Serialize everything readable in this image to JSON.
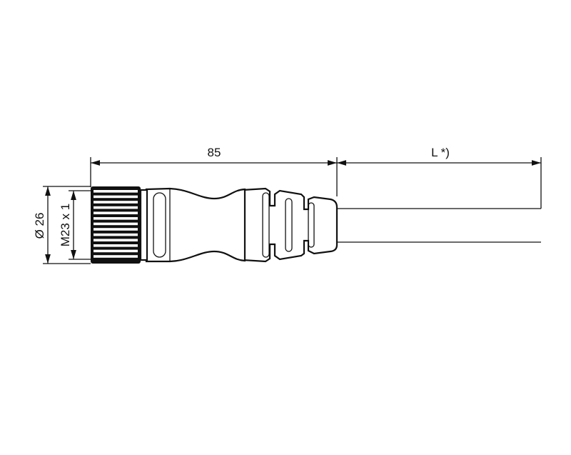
{
  "drawing": {
    "dim_length": "85",
    "dim_cable": "L *)",
    "dim_outer_diameter": "Ø 26",
    "dim_thread": "M23 x 1"
  }
}
